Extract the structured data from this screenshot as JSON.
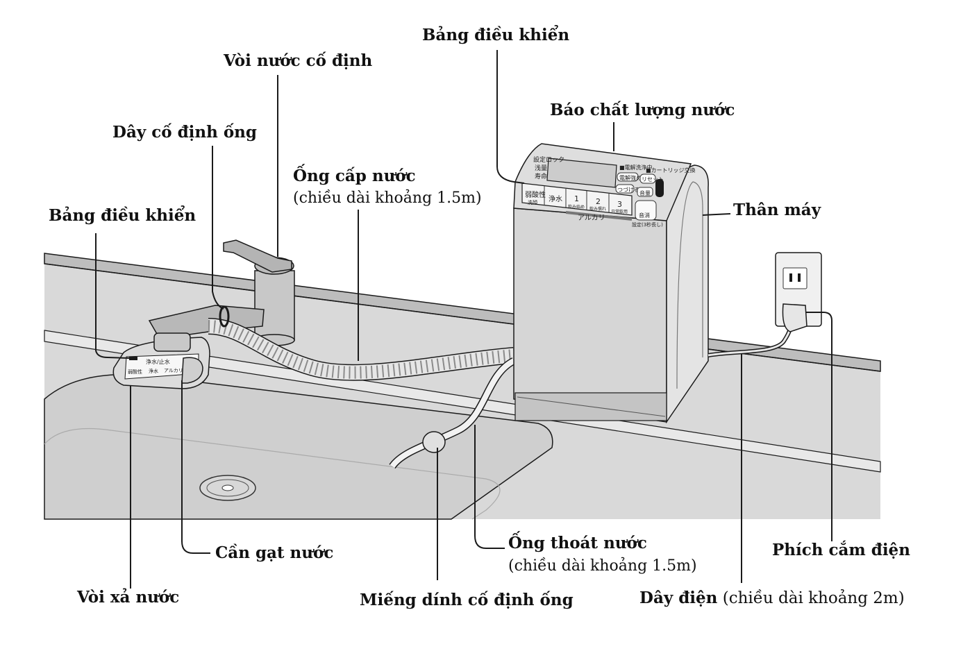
{
  "labels": {
    "control_panel_top": "Bảng điều khiển",
    "fixed_faucet": "Vòi nước cố định",
    "water_quality": "Báo chất lượng nước",
    "pipe_clip": "Dây cố định ống",
    "supply_hose": "Ống cấp nước",
    "supply_hose_length": "(chiều dài khoảng 1.5m)",
    "main_body": "Thân máy",
    "control_panel_left": "Bảng điều khiển",
    "water_lever": "Cần gạt nước",
    "drain_hose": "Ống thoát nước",
    "drain_hose_length": "(chiều dài khoảng 1.5m)",
    "power_plug": "Phích cắm điện",
    "spout": "Vòi xả nước",
    "adhesive_pad": "Miếng dính cố định ống",
    "power_cord": "Dây điện",
    "power_cord_length": "(chiều dài khoảng 2m)"
  },
  "device_panel": {
    "left_labels": [
      "設定ロック",
      "浅量",
      "寿命"
    ],
    "button_acid": "弱酸性",
    "button_acid_sub": "洗顔",
    "button_pure": "浄水",
    "button_1": "1",
    "button_1_sub": "飲み始め",
    "button_2": "2",
    "button_2_sub": "飲み慣れ",
    "button_3": "3",
    "button_3_sub": "日常飲用",
    "alkali_label": "アルカリ",
    "setting_label": "設定(3秒長し)",
    "volume_button": "音量",
    "sound_button": "音消",
    "reset_button": "リセット",
    "electrolysis_button": "電解強め",
    "tsuzukeru_button": "つづける",
    "indicator_a": "■電解洗浄中",
    "indicator_b": "■カートリッジ交換"
  },
  "faucet_panel": {
    "text_a": "浄水/止水",
    "text_b": "弱酸性",
    "text_c": "浄水",
    "text_d": "アルカリ"
  },
  "colors": {
    "line": "#1a1a1a",
    "counter": "#dcdcdc",
    "counter_dark": "#c9c9c9",
    "device_body": "#e2e2e2",
    "sink": "#d0d0d0"
  }
}
